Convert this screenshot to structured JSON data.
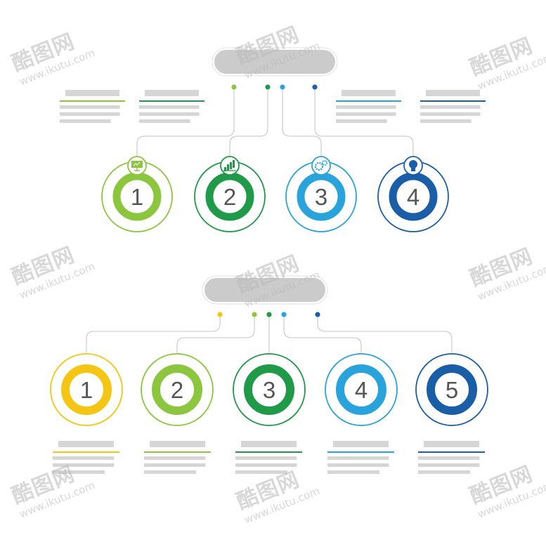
{
  "colors": {
    "lime": "#8cc63f",
    "green": "#1e9a48",
    "sky": "#29a3dc",
    "navy": "#1b5ea8",
    "yellow": "#f4c512",
    "title_bar": "#cbcbcb",
    "text_bar": "#d6d6d6",
    "connector": "#cfcfcf",
    "number": "#555555"
  },
  "diagram1": {
    "nodes": [
      {
        "label": "1",
        "color": "lime",
        "icon": "presentation-icon"
      },
      {
        "label": "2",
        "color": "green",
        "icon": "bar-chart-icon"
      },
      {
        "label": "3",
        "color": "sky",
        "icon": "gears-icon"
      },
      {
        "label": "4",
        "color": "navy",
        "icon": "lightbulb-icon"
      }
    ],
    "text_blocks": [
      "lime",
      "green",
      "sky",
      "navy"
    ]
  },
  "diagram2": {
    "nodes": [
      {
        "label": "1",
        "color": "yellow"
      },
      {
        "label": "2",
        "color": "lime"
      },
      {
        "label": "3",
        "color": "green"
      },
      {
        "label": "4",
        "color": "sky"
      },
      {
        "label": "5",
        "color": "navy"
      }
    ],
    "text_blocks": [
      "yellow",
      "lime",
      "green",
      "sky",
      "navy"
    ]
  },
  "watermark": {
    "brand": "酷图网",
    "url": "www.ikutu.com"
  }
}
